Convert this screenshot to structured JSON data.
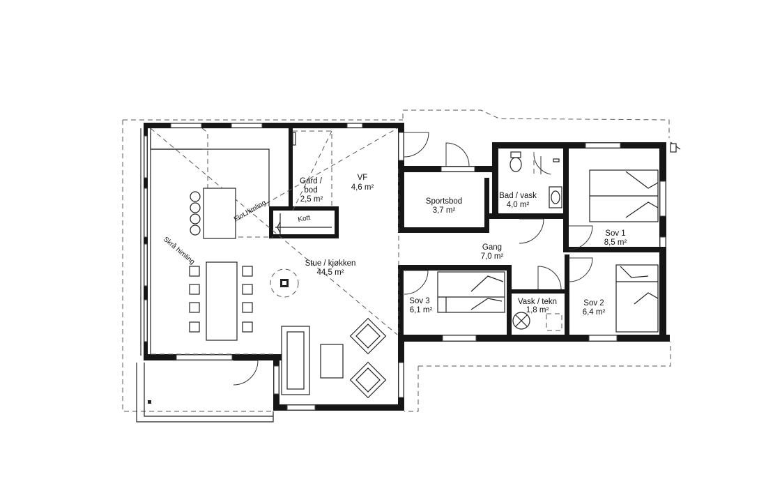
{
  "rooms": {
    "gard": {
      "name_line1": "Gard /",
      "name_line2": "bod",
      "area": "2,5 m²"
    },
    "vf": {
      "name": "VF",
      "area": "4,6 m²"
    },
    "sportsbod": {
      "name": "Sportsbod",
      "area": "3,7 m²"
    },
    "bad": {
      "name": "Bad / vask",
      "area": "4,0 m²"
    },
    "sov1": {
      "name": "Sov 1",
      "area": "8,5 m²"
    },
    "gang": {
      "name": "Gang",
      "area": "7,0 m²"
    },
    "stue": {
      "name": "Stue / kjøkken",
      "area": "44,5 m²"
    },
    "sov3": {
      "name": "Sov 3",
      "area": "6,1 m²"
    },
    "vask": {
      "name": "Vask / tekn",
      "area": "1,8 m²"
    },
    "sov2": {
      "name": "Sov 2",
      "area": "6,4 m²"
    }
  },
  "annotations": {
    "flot_himling": "Flot himling",
    "skra_himling": "Skrå himling",
    "kott": "Kott"
  }
}
